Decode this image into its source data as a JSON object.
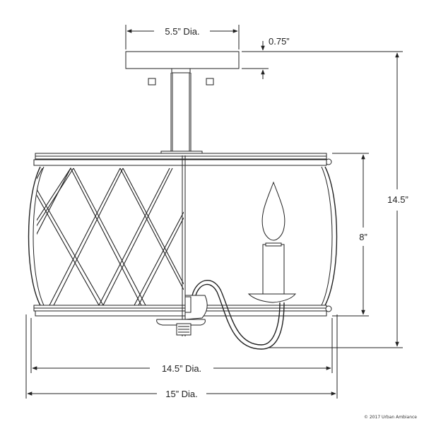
{
  "dimensions": {
    "canopy_diameter": "5.5” Dia.",
    "canopy_height": "0.75”",
    "overall_height": "14.5”",
    "shade_height": "8”",
    "shade_diameter": "14.5” Dia.",
    "overall_diameter": "15” Dia."
  },
  "copyright": "© 2017 Urban Ambiance"
}
